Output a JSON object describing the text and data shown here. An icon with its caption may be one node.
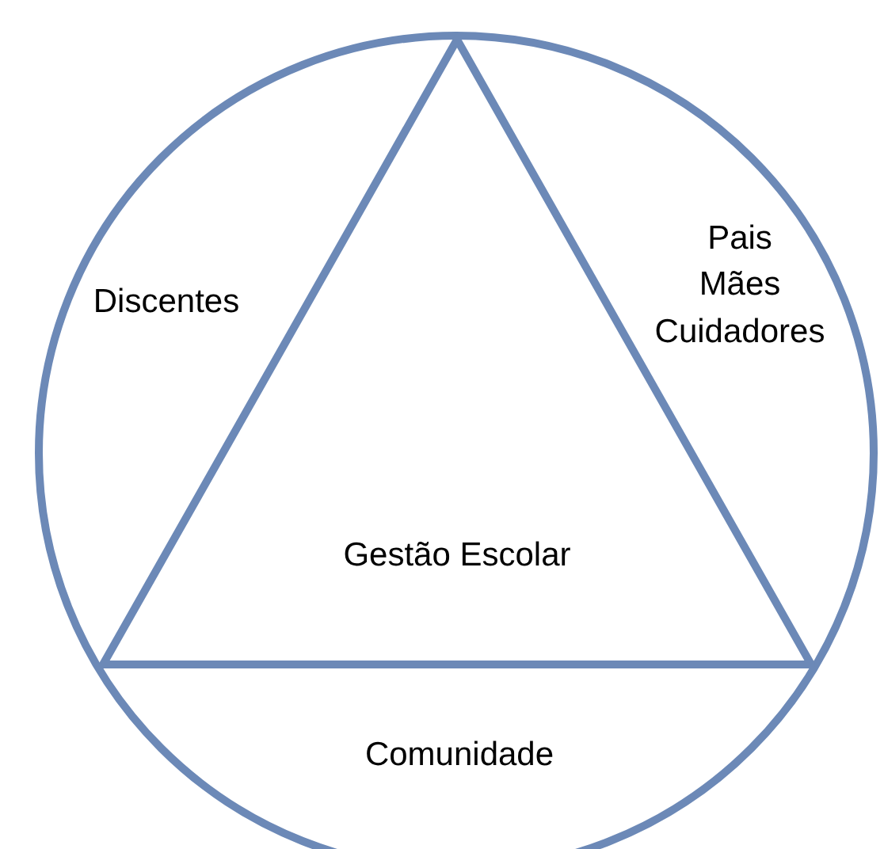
{
  "diagram": {
    "nodes": [
      {
        "text": [],
        "shape": "circle"
      },
      {
        "text": [
          "Gestão Escolar"
        ],
        "in": 0
      }
    ],
    "labels": [
      "Discentes",
      "Pais Mães Cuidadores",
      "Comunidade"
    ]
  }
}
